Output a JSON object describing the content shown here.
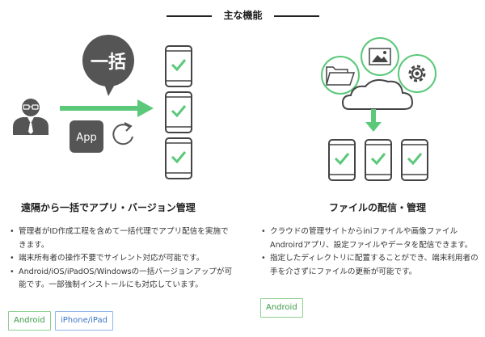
{
  "header": {
    "title": "主な機能"
  },
  "left": {
    "bubble_text": "一括",
    "app_badge": "App",
    "title": "遠隔から一括でアプリ・バージョン管理",
    "bullets": [
      "管理者がID作成工程を含めて一括代理でアプリ配信を実施できます。",
      "端末所有者の操作不要でサイレント対応が可能です。",
      "Android/iOS/iPadOS/Windowsの一括バージョンアップが可能です。一部強制インストールにも対応しています。"
    ],
    "tags": [
      "Android",
      "iPhone/iPad"
    ]
  },
  "right": {
    "title": "ファイルの配信・管理",
    "bullets": [
      "クラウドの管理サイトからiniファイルや画像ファイルAndroirdアプリ、設定ファイルやデータを配信できます。",
      "指定したディレクトリに配置することができ、端末利用者の手を介さずにファイルの更新が可能です。"
    ],
    "tags": [
      "Android"
    ]
  },
  "colors": {
    "accent": "#5bc87a",
    "dark": "#555555",
    "tag_green": "#3b9a45",
    "tag_blue": "#3b76c8"
  }
}
